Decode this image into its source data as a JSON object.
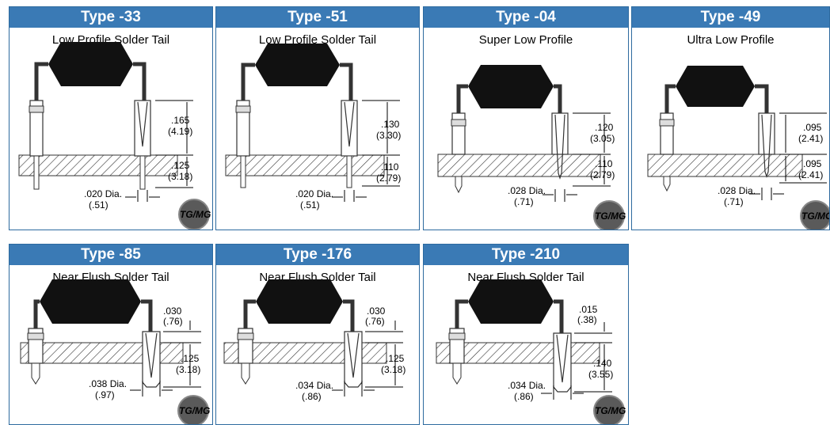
{
  "colors": {
    "header_bg": "#3a7ab5",
    "border": "#2d6a9f",
    "body_fill": "#111111",
    "hatch": "#333333",
    "badge": "#5a5a5a"
  },
  "badge_label": "TG/MG",
  "panels": [
    {
      "title": "Type -33",
      "subtitle": "Low Profile Solder Tail",
      "dims": [
        ".165",
        "(4.19)",
        ".125",
        "(3.18)"
      ],
      "dia": [
        ".020 Dia.",
        "(.51)"
      ]
    },
    {
      "title": "Type -51",
      "subtitle": "Low Profile Solder Tail",
      "dims": [
        ".130",
        "(3.30)",
        ".110",
        "(2.79)"
      ],
      "dia": [
        ".020 Dia.",
        "(.51)"
      ]
    },
    {
      "title": "Type -04",
      "subtitle": "Super Low Profile",
      "dims": [
        ".120",
        "(3.05)",
        ".110",
        "(2.79)"
      ],
      "dia": [
        ".028 Dia.",
        "(.71)"
      ]
    },
    {
      "title": "Type -49",
      "subtitle": "Ultra Low Profile",
      "dims": [
        ".095",
        "(2.41)",
        ".095",
        "(2.41)"
      ],
      "dia": [
        ".028 Dia.",
        "(.71)"
      ]
    },
    {
      "title": "Type -85",
      "subtitle": "Near Flush Solder Tail",
      "dims": [
        ".030",
        "(.76)",
        ".125",
        "(3.18)"
      ],
      "dia": [
        ".038 Dia.",
        "(.97)"
      ]
    },
    {
      "title": "Type -176",
      "subtitle": "Near Flush Solder Tail",
      "dims": [
        ".030",
        "(.76)",
        ".125",
        "(3.18)"
      ],
      "dia": [
        ".034 Dia.",
        "(.86)"
      ]
    },
    {
      "title": "Type -210",
      "subtitle": "Near Flush Solder Tail",
      "dims": [
        ".015",
        "(.38)",
        ".140",
        "(3.55)"
      ],
      "dia": [
        ".034 Dia.",
        "(.86)"
      ]
    }
  ]
}
